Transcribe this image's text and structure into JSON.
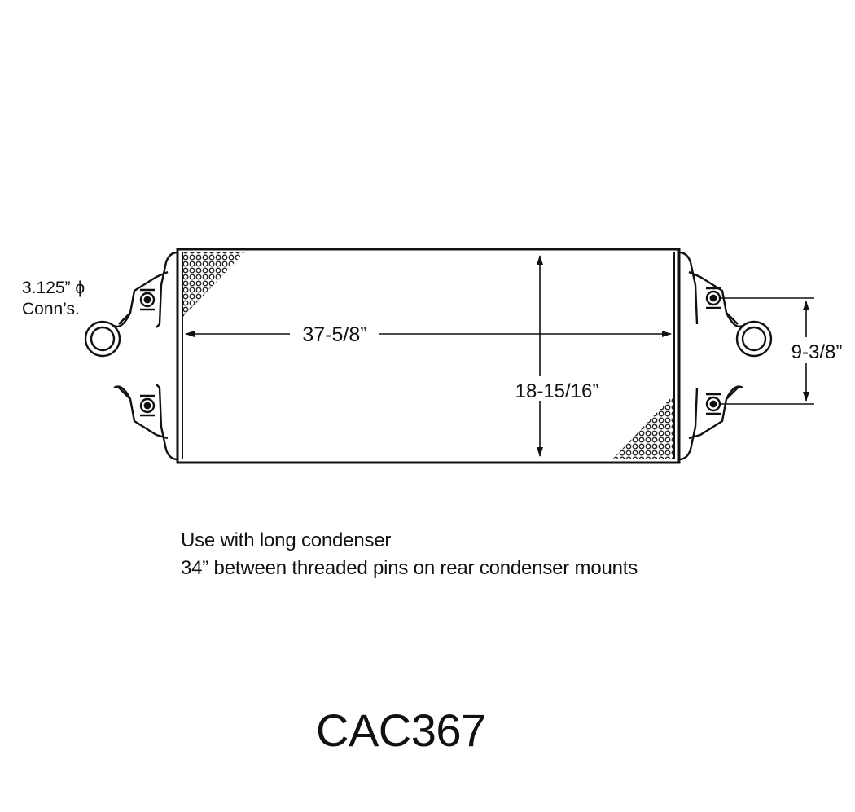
{
  "drawing": {
    "dimensions": {
      "width": "37-5/8”",
      "height": "18-15/16”",
      "connector_spacing": "9-3/8”",
      "connector_diameter": "3.125” ϕ",
      "connector_label": "Conn’s."
    }
  },
  "notes": [
    "Use with long condenser",
    "34” between threaded pins on rear condenser mounts"
  ],
  "part_number": "CAC367",
  "colors": {
    "line": "#111111",
    "background": "#ffffff"
  }
}
